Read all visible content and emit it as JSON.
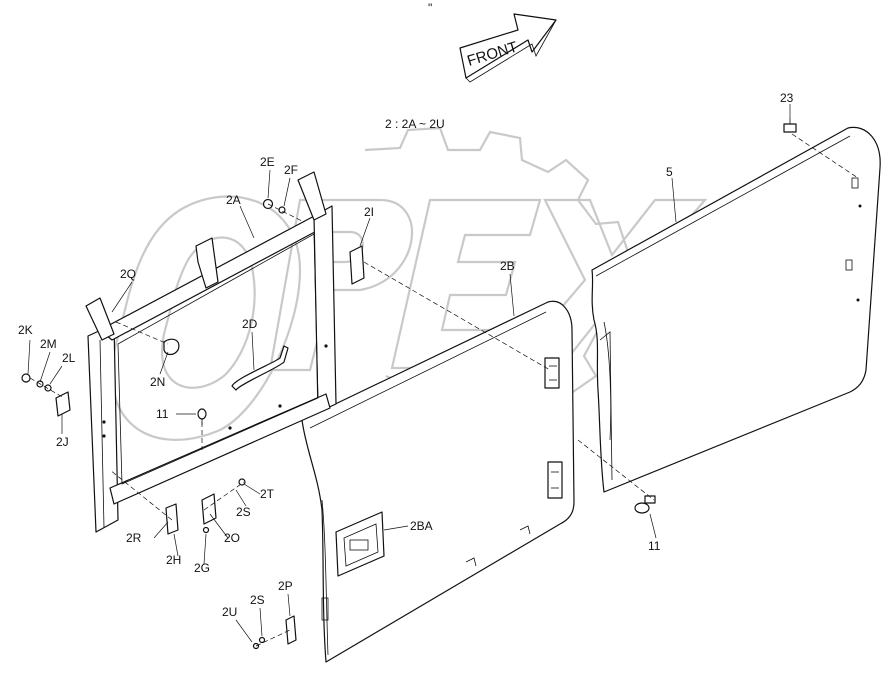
{
  "diagram": {
    "corner_mark": "\"",
    "direction_arrow": "FRONT",
    "group_note": "2 : 2A ~ 2U",
    "watermark": "OPEX",
    "parts": [
      {
        "id": "23"
      },
      {
        "id": "5"
      },
      {
        "id": "2E"
      },
      {
        "id": "2F"
      },
      {
        "id": "2A"
      },
      {
        "id": "2I"
      },
      {
        "id": "2B"
      },
      {
        "id": "2Q"
      },
      {
        "id": "2K"
      },
      {
        "id": "2M"
      },
      {
        "id": "2L"
      },
      {
        "id": "2D"
      },
      {
        "id": "2N"
      },
      {
        "id": "2J"
      },
      {
        "id": "11"
      },
      {
        "id": "2T"
      },
      {
        "id": "2S"
      },
      {
        "id": "2R"
      },
      {
        "id": "2O"
      },
      {
        "id": "2H"
      },
      {
        "id": "2G"
      },
      {
        "id": "2BA"
      },
      {
        "id": "11"
      },
      {
        "id": "2P"
      },
      {
        "id": "2S"
      },
      {
        "id": "2U"
      }
    ]
  }
}
